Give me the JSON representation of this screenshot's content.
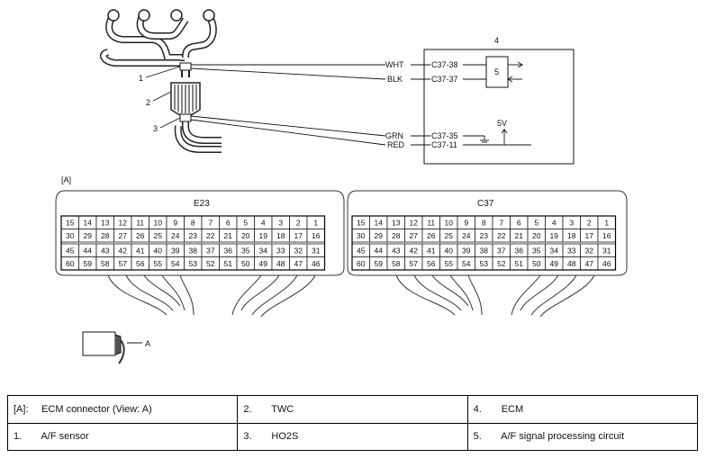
{
  "diagram": {
    "callouts": [
      "1",
      "2",
      "3",
      "4",
      "5"
    ],
    "wires": [
      {
        "color": "WHT",
        "terminal": "C37-38"
      },
      {
        "color": "BLK",
        "terminal": "C37-37"
      },
      {
        "color": "GRN",
        "terminal": "C37-35"
      },
      {
        "color": "RED",
        "terminal": "C37-11"
      }
    ],
    "supply_label": "5V",
    "view_marker": "[A]",
    "arrow_label": "A",
    "connectors": [
      {
        "name": "E23",
        "rows": [
          [
            "15",
            "14",
            "13",
            "12",
            "11",
            "10",
            "9",
            "8",
            "7",
            "6",
            "5",
            "4",
            "3",
            "2",
            "1"
          ],
          [
            "30",
            "29",
            "28",
            "27",
            "26",
            "25",
            "24",
            "23",
            "22",
            "21",
            "20",
            "19",
            "18",
            "17",
            "16"
          ],
          [
            "45",
            "44",
            "43",
            "42",
            "41",
            "40",
            "39",
            "38",
            "37",
            "36",
            "35",
            "34",
            "33",
            "32",
            "31"
          ],
          [
            "60",
            "59",
            "58",
            "57",
            "56",
            "55",
            "54",
            "53",
            "52",
            "51",
            "50",
            "49",
            "48",
            "47",
            "46"
          ]
        ]
      },
      {
        "name": "C37",
        "rows": [
          [
            "15",
            "14",
            "13",
            "12",
            "11",
            "10",
            "9",
            "8",
            "7",
            "6",
            "5",
            "4",
            "3",
            "2",
            "1"
          ],
          [
            "30",
            "29",
            "28",
            "27",
            "26",
            "25",
            "24",
            "23",
            "22",
            "21",
            "20",
            "19",
            "18",
            "17",
            "16"
          ],
          [
            "45",
            "44",
            "43",
            "42",
            "41",
            "40",
            "39",
            "38",
            "37",
            "36",
            "35",
            "34",
            "33",
            "32",
            "31"
          ],
          [
            "60",
            "59",
            "58",
            "57",
            "56",
            "55",
            "54",
            "53",
            "52",
            "51",
            "50",
            "49",
            "48",
            "47",
            "46"
          ]
        ]
      }
    ]
  },
  "legend": [
    [
      {
        "key": "[A]:",
        "text": "ECM connector (View: A)"
      },
      {
        "key": "2.",
        "text": "TWC"
      },
      {
        "key": "4.",
        "text": "ECM"
      }
    ],
    [
      {
        "key": "1.",
        "text": "A/F sensor"
      },
      {
        "key": "3.",
        "text": "HO2S"
      },
      {
        "key": "5.",
        "text": "A/F signal processing circuit"
      }
    ]
  ]
}
